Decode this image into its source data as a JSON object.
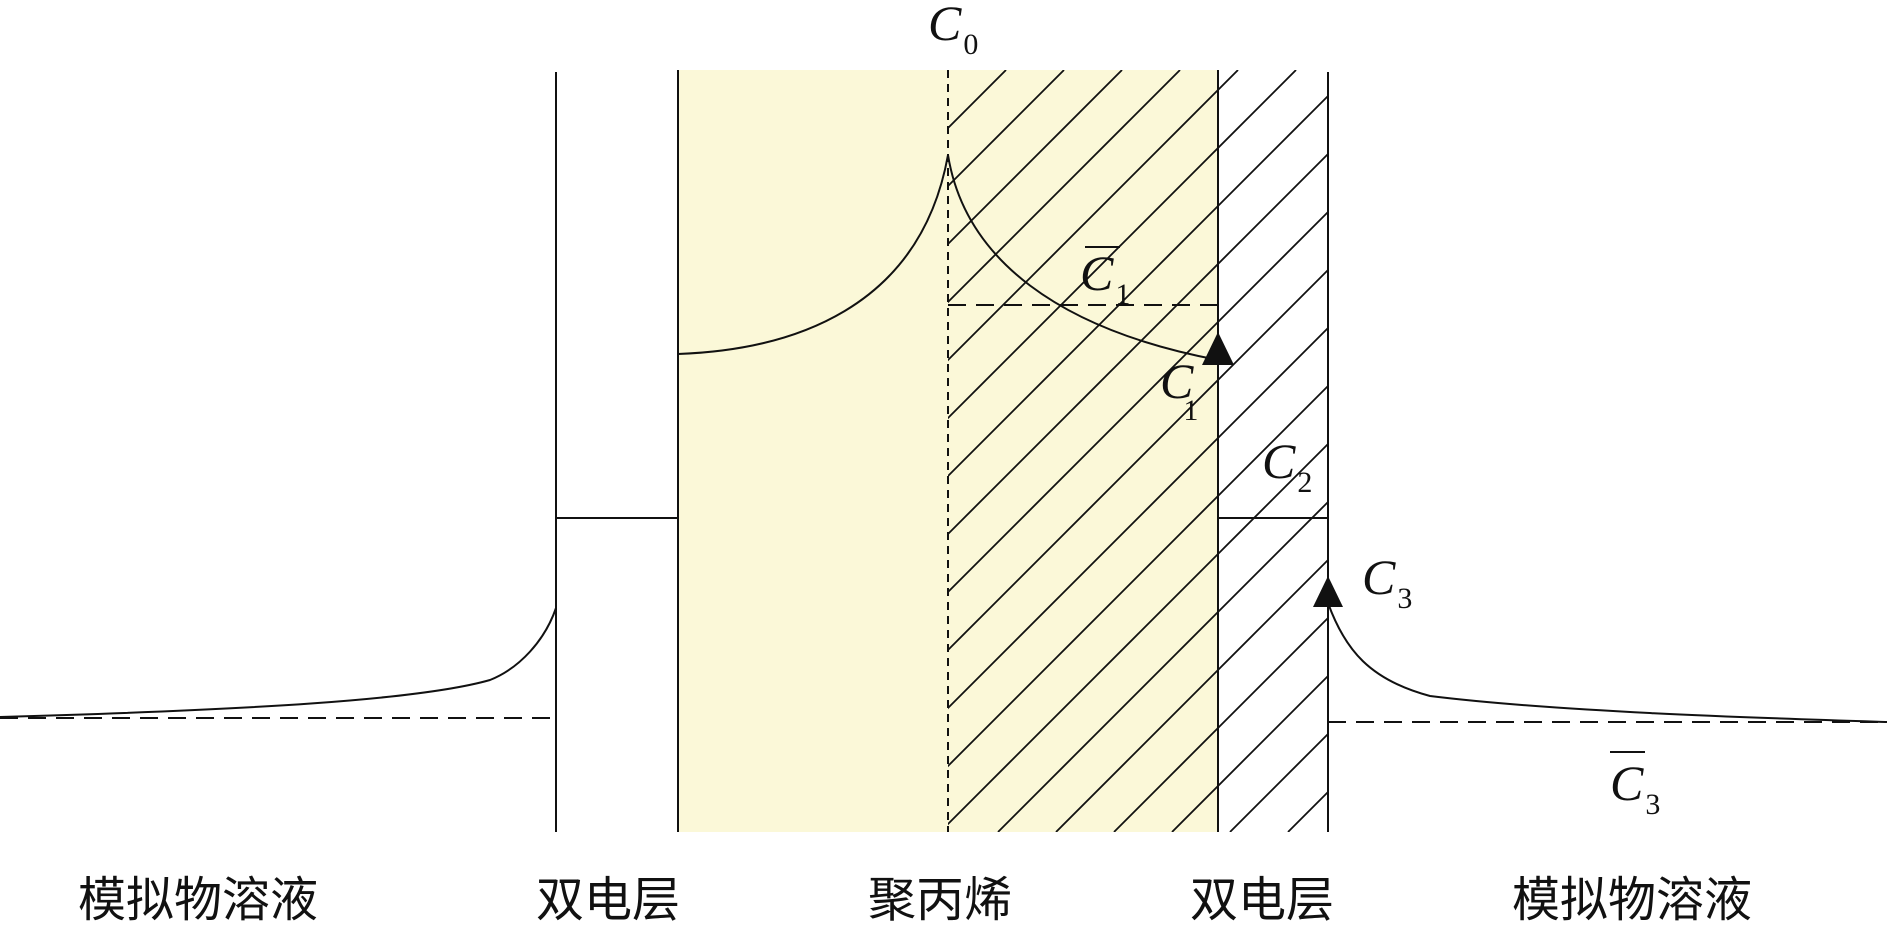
{
  "colors": {
    "polymer_fill": "#fbf8d8",
    "line": "#111111",
    "background": "#ffffff"
  },
  "labels": {
    "c0": {
      "base": "C",
      "sub": "0"
    },
    "c1_bar": {
      "base": "C",
      "sub": "1"
    },
    "c1": {
      "base": "C",
      "sub": "1"
    },
    "c2": {
      "base": "C",
      "sub": "2"
    },
    "c3": {
      "base": "C",
      "sub": "3"
    },
    "c3_bar": {
      "base": "C",
      "sub": "3"
    }
  },
  "regions": [
    {
      "label": "模拟物溶液"
    },
    {
      "label": "双电层"
    },
    {
      "label": "聚丙烯"
    },
    {
      "label": "双电层"
    },
    {
      "label": "模拟物溶液"
    }
  ],
  "markers": [
    "triangle-up",
    "triangle-up"
  ]
}
